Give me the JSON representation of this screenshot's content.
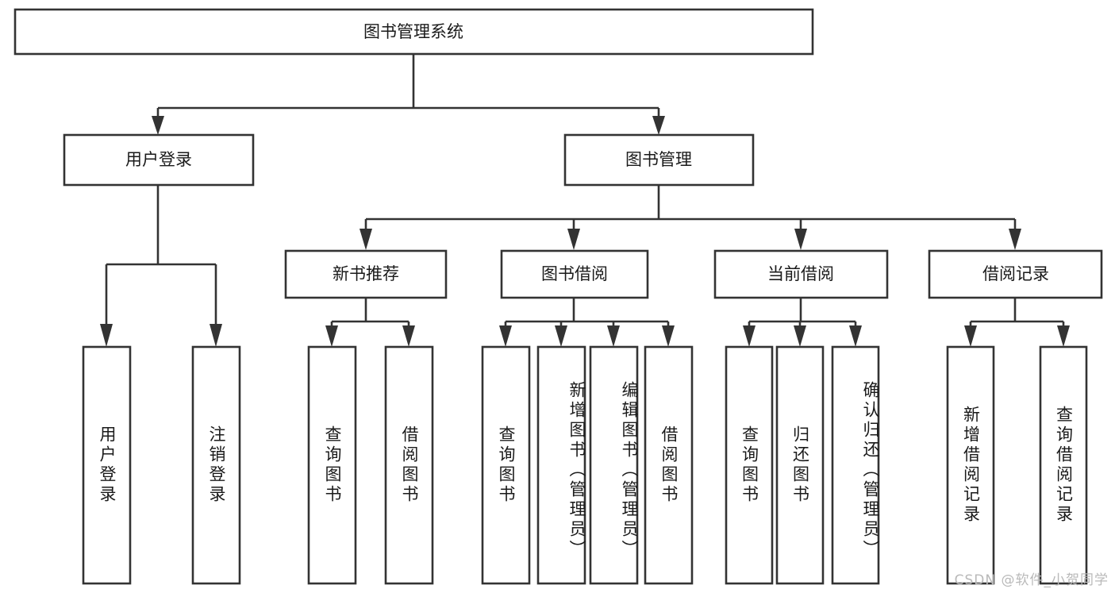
{
  "diagram": {
    "type": "tree-hierarchy-chart",
    "title": "图书管理系统",
    "orientation": "top-down",
    "colors": {
      "box_fill": "#ffffff",
      "box_stroke": "#333333",
      "text": "#1a1a1a",
      "background": "#ffffff",
      "watermark": "#b9b9b9"
    },
    "root": {
      "label": "图书管理系统",
      "text_direction": "horizontal"
    },
    "level2": [
      {
        "label": "用户登录",
        "text_direction": "horizontal"
      },
      {
        "label": "图书管理",
        "text_direction": "horizontal"
      }
    ],
    "level3": [
      {
        "label": "新书推荐",
        "text_direction": "horizontal",
        "parent": "图书管理"
      },
      {
        "label": "图书借阅",
        "text_direction": "horizontal",
        "parent": "图书管理"
      },
      {
        "label": "当前借阅",
        "text_direction": "horizontal",
        "parent": "图书管理"
      },
      {
        "label": "借阅记录",
        "text_direction": "horizontal",
        "parent": "图书管理"
      }
    ],
    "leaves": {
      "user_login": [
        {
          "label": "用户登录",
          "text_direction": "vertical"
        },
        {
          "label": "注销登录",
          "text_direction": "vertical"
        }
      ],
      "new_book_recommend": [
        {
          "label": "查询图书",
          "text_direction": "vertical"
        },
        {
          "label": "借阅图书",
          "text_direction": "vertical"
        }
      ],
      "book_borrow": [
        {
          "label": "查询图书",
          "text_direction": "vertical"
        },
        {
          "label": "新增图书（管理员）",
          "text_direction": "vertical"
        },
        {
          "label": "编辑图书（管理员）",
          "text_direction": "vertical"
        },
        {
          "label": "借阅图书",
          "text_direction": "vertical"
        }
      ],
      "current_borrow": [
        {
          "label": "查询图书",
          "text_direction": "vertical"
        },
        {
          "label": "归还图书",
          "text_direction": "vertical"
        },
        {
          "label": "确认归还（管理员）",
          "text_direction": "vertical"
        }
      ],
      "borrow_record": [
        {
          "label": "新增借阅记录",
          "text_direction": "vertical"
        },
        {
          "label": "查询借阅记录",
          "text_direction": "vertical"
        }
      ]
    },
    "watermark": "CSDN @软件_小贺同学"
  }
}
